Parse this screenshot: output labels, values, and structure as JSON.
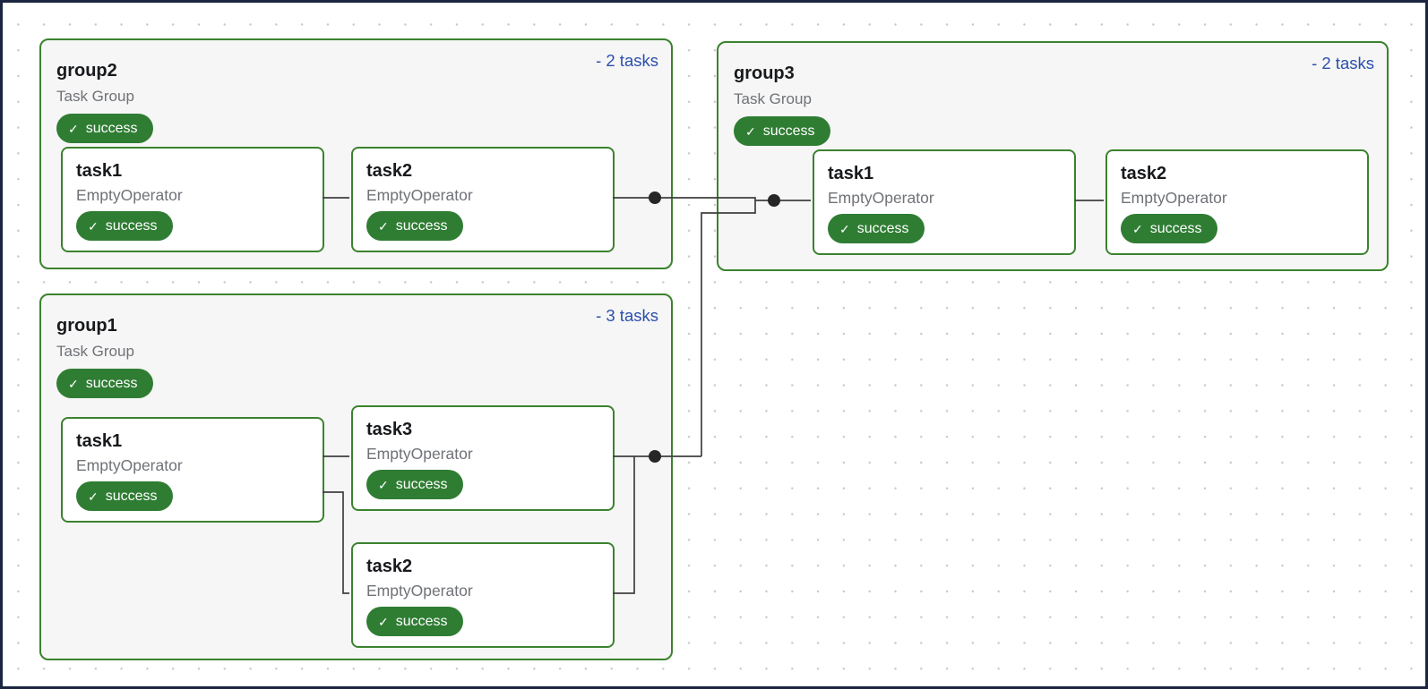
{
  "view": {
    "name": "Airflow DAG graph view",
    "colors": {
      "frame_navy": "#1b2740",
      "group_border_green": "#3b822e",
      "badge_green": "#2f7d33",
      "toggle_blue": "#2b4fad",
      "edge_gray": "#3f3f3f",
      "group_fill": "#f6f6f6",
      "canvas_dot": "#c6c8cb"
    }
  },
  "icons": {
    "check": "✓"
  },
  "groups": [
    {
      "title": "group2",
      "subtitle": "Task Group",
      "status": "success",
      "toggle": "- 2 tasks",
      "tasks": [
        {
          "name": "task1",
          "operator": "EmptyOperator",
          "status": "success"
        },
        {
          "name": "task2",
          "operator": "EmptyOperator",
          "status": "success"
        }
      ]
    },
    {
      "title": "group3",
      "subtitle": "Task Group",
      "status": "success",
      "toggle": "- 2 tasks",
      "tasks": [
        {
          "name": "task1",
          "operator": "EmptyOperator",
          "status": "success"
        },
        {
          "name": "task2",
          "operator": "EmptyOperator",
          "status": "success"
        }
      ]
    },
    {
      "title": "group1",
      "subtitle": "Task Group",
      "status": "success",
      "toggle": "- 3 tasks",
      "tasks": [
        {
          "name": "task1",
          "operator": "EmptyOperator",
          "status": "success"
        },
        {
          "name": "task3",
          "operator": "EmptyOperator",
          "status": "success"
        },
        {
          "name": "task2",
          "operator": "EmptyOperator",
          "status": "success"
        }
      ]
    }
  ]
}
